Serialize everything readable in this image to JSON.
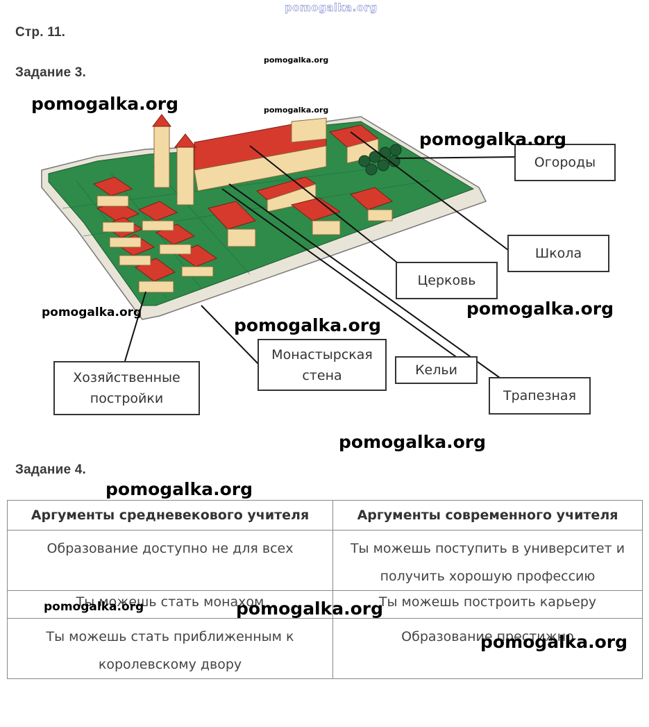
{
  "watermarks": {
    "top": "pomogalka.org",
    "small1": "pomogalka.org",
    "small2": "pomogalka.org",
    "big_left": "pomogalka.org",
    "big_right_top": "pomogalka.org",
    "mid_left": "pomogalka.org",
    "big_right_mid": "pomogalka.org",
    "big_center": "pomogalka.org",
    "big_lower_center": "pomogalka.org",
    "big_task4": "pomogalka.org",
    "table_small": "pomogalka.org",
    "table_big_center": "pomogalka.org",
    "table_big_right": "pomogalka.org"
  },
  "page": {
    "page_ref": "Стр. 11.",
    "task3_title": "Задание 3.",
    "task4_title": "Задание 4."
  },
  "diagram": {
    "labels": {
      "gardens": "Огороды",
      "school": "Школа",
      "church": "Церковь",
      "cells": "Кельи",
      "refectory": "Трапезная",
      "wall_line1": "Монастырская",
      "wall_line2": "стена",
      "outbuildings_line1": "Хозяйственные",
      "outbuildings_line2": "постройки"
    },
    "colors": {
      "ground": "#2e8b4a",
      "roof": "#d63a2c",
      "wall": "#f3d9a4",
      "base": "#e9e4d8"
    }
  },
  "table": {
    "headers": [
      "Аргументы средневекового учителя",
      "Аргументы современного учителя"
    ],
    "rows": [
      {
        "left": [
          "Образование доступно не для всех"
        ],
        "right": [
          "Ты можешь поступить в университет и",
          "получить хорошую профессию"
        ]
      },
      {
        "left": [
          "Ты можешь стать монахом"
        ],
        "right": [
          "Ты можешь построить карьеру"
        ]
      },
      {
        "left": [
          "Ты можешь стать приближенным к",
          "королевскому двору"
        ],
        "right": [
          "Образование престижно"
        ]
      }
    ]
  }
}
